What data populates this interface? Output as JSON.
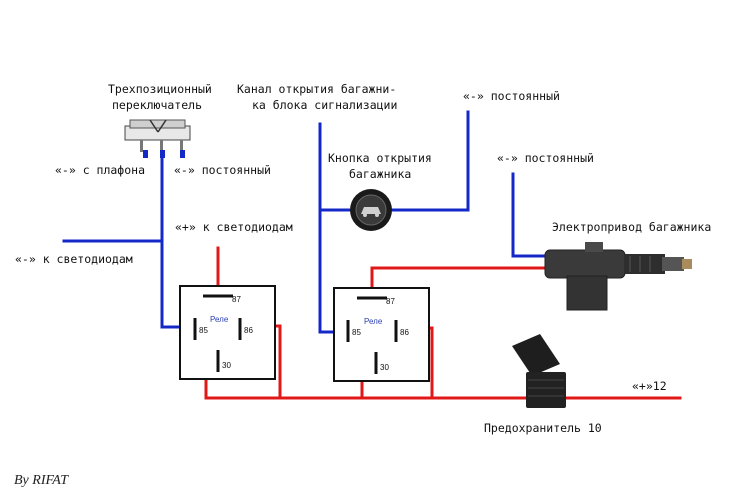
{
  "labels": {
    "switch_line1": "Трехпозиционный",
    "switch_line2": "переключатель",
    "channel_line1": "Канал открытия багажни-",
    "channel_line2": "ка блока сигнализации",
    "neg_const_top": "«-» постоянный",
    "plafon": "«-» с плафона",
    "neg_const_left": "«-» постоянный",
    "button_line1": "Кнопка открытия",
    "button_line2": "багажника",
    "neg_const_right": "«-» постоянный",
    "plus_leds": "«+» к светодиодам",
    "minus_leds": "«-» к светодиодам",
    "actuator": "Электропривод багажника",
    "plus12": "«+»12",
    "fuse": "Предохранитель 10",
    "signature": "By RIFAT"
  },
  "relay_left": {
    "pin87": "87",
    "pin85": "85",
    "pin86": "86",
    "pin30": "30",
    "brand": "Реле"
  },
  "relay_right": {
    "pin87": "87",
    "pin85": "85",
    "pin86": "86",
    "pin30": "30",
    "brand": "Реле"
  },
  "colors": {
    "negative_wire": "#1428c8",
    "positive_wire": "#e01818"
  },
  "icons": [
    "trunk-button-icon",
    "fuse-holder-icon",
    "actuator-icon",
    "three-position-switch-icon"
  ]
}
